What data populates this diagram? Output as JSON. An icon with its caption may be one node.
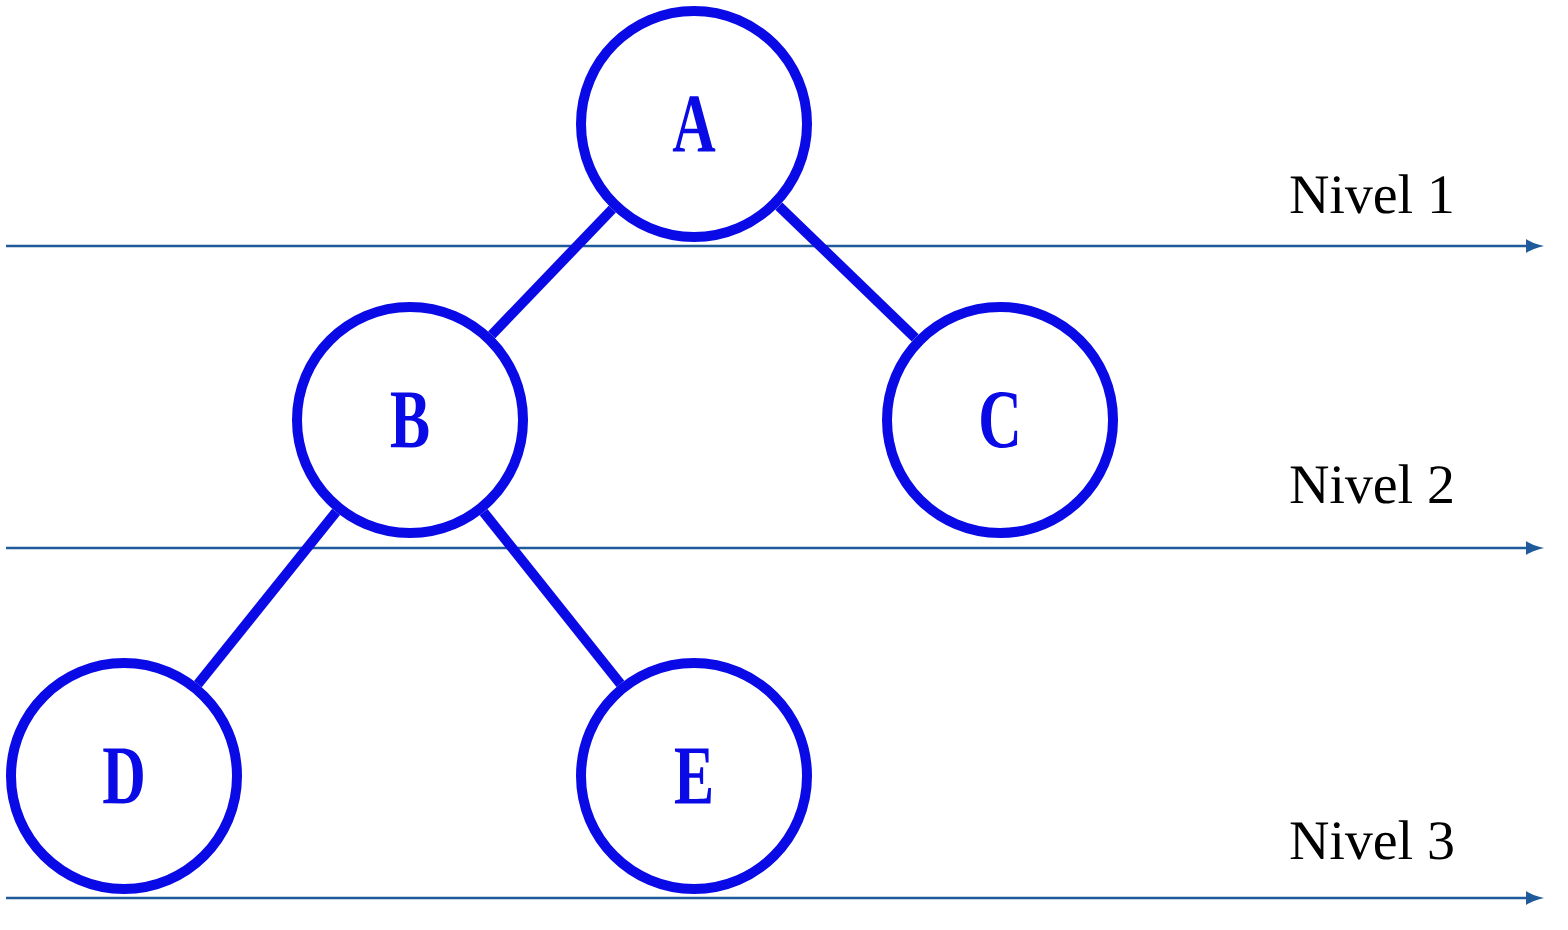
{
  "diagram": {
    "nodes": [
      {
        "text": [
          "A"
        ]
      },
      {
        "text": [
          "B"
        ]
      },
      {
        "text": [
          "C"
        ]
      },
      {
        "text": [
          "D"
        ]
      },
      {
        "text": [
          "E"
        ]
      }
    ],
    "edges": [
      {
        "from": 0,
        "to": 1,
        "arrow": "none"
      },
      {
        "from": 0,
        "to": 2,
        "arrow": "none"
      },
      {
        "from": 1,
        "to": 3,
        "arrow": "none"
      },
      {
        "from": 1,
        "to": 4,
        "arrow": "none"
      }
    ],
    "labels": [
      "Nivel 1",
      "Nivel 2",
      "Nivel 3"
    ]
  }
}
